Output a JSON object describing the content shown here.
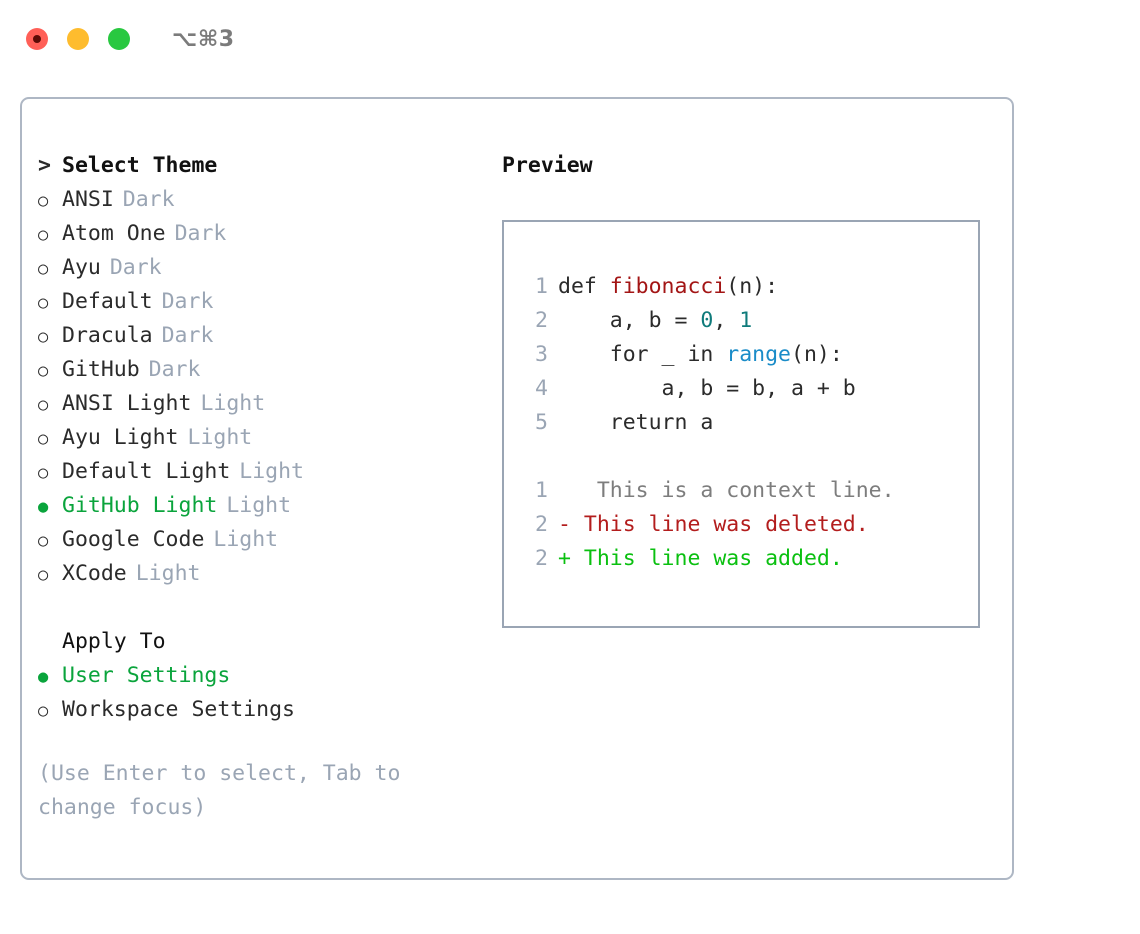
{
  "titlebar": {
    "shortcut": "⌥⌘3",
    "lights": [
      {
        "name": "close",
        "color": "#ff5f57"
      },
      {
        "name": "minimize",
        "color": "#febc2e"
      },
      {
        "name": "maximize",
        "color": "#28c840"
      }
    ]
  },
  "theme_list": {
    "header": "Select Theme",
    "caret": ">",
    "bullet_empty": "○",
    "bullet_filled": "●",
    "items": [
      {
        "name": "ANSI",
        "tag": "Dark",
        "selected": false
      },
      {
        "name": "Atom One",
        "tag": "Dark",
        "selected": false
      },
      {
        "name": "Ayu",
        "tag": "Dark",
        "selected": false
      },
      {
        "name": "Default",
        "tag": "Dark",
        "selected": false
      },
      {
        "name": "Dracula",
        "tag": "Dark",
        "selected": false
      },
      {
        "name": "GitHub",
        "tag": "Dark",
        "selected": false
      },
      {
        "name": "ANSI Light",
        "tag": "Light",
        "selected": false
      },
      {
        "name": "Ayu Light",
        "tag": "Light",
        "selected": false
      },
      {
        "name": "Default Light",
        "tag": "Light",
        "selected": false
      },
      {
        "name": "GitHub Light",
        "tag": "Light",
        "selected": true
      },
      {
        "name": "Google Code",
        "tag": "Light",
        "selected": false
      },
      {
        "name": "XCode",
        "tag": "Light",
        "selected": false
      }
    ]
  },
  "apply_to": {
    "header": "Apply To",
    "options": [
      {
        "name": "User Settings",
        "selected": true
      },
      {
        "name": "Workspace Settings",
        "selected": false
      }
    ]
  },
  "hint": "(Use Enter to select, Tab to change focus)",
  "preview": {
    "title": "Preview",
    "code_lines": [
      {
        "num": "1",
        "tokens": [
          {
            "text": "def ",
            "cls": "tok-def"
          },
          {
            "text": "fibonacci",
            "cls": "tok-fn"
          },
          {
            "text": "(n):",
            "cls": "tok-plain"
          }
        ]
      },
      {
        "num": "2",
        "tokens": [
          {
            "text": "    a, b = ",
            "cls": "tok-plain"
          },
          {
            "text": "0",
            "cls": "tok-num"
          },
          {
            "text": ", ",
            "cls": "tok-plain"
          },
          {
            "text": "1",
            "cls": "tok-num"
          }
        ]
      },
      {
        "num": "3",
        "tokens": [
          {
            "text": "    for _ in ",
            "cls": "tok-plain"
          },
          {
            "text": "range",
            "cls": "tok-call"
          },
          {
            "text": "(n):",
            "cls": "tok-plain"
          }
        ]
      },
      {
        "num": "4",
        "tokens": [
          {
            "text": "        a, b = b, a + b",
            "cls": "tok-plain"
          }
        ]
      },
      {
        "num": "5",
        "tokens": [
          {
            "text": "    return a",
            "cls": "tok-plain"
          }
        ]
      }
    ],
    "diff_lines": [
      {
        "num": "1",
        "marker": " ",
        "text": "  This is a context line.",
        "cls": "diff-ctx"
      },
      {
        "num": "2",
        "marker": "-",
        "text": " This line was deleted.",
        "cls": "diff-del"
      },
      {
        "num": "2",
        "marker": "+",
        "text": " This line was added.",
        "cls": "diff-add"
      }
    ]
  },
  "colors": {
    "accent_green": "#0aa43c",
    "muted_grey": "#9aa5b4",
    "border": "#aeb7c4",
    "diff_add": "#0ac010",
    "diff_del": "#b31d1d",
    "fn_red": "#a31515",
    "num_teal": "#0f7b7b",
    "call_blue": "#1a8cc8"
  }
}
